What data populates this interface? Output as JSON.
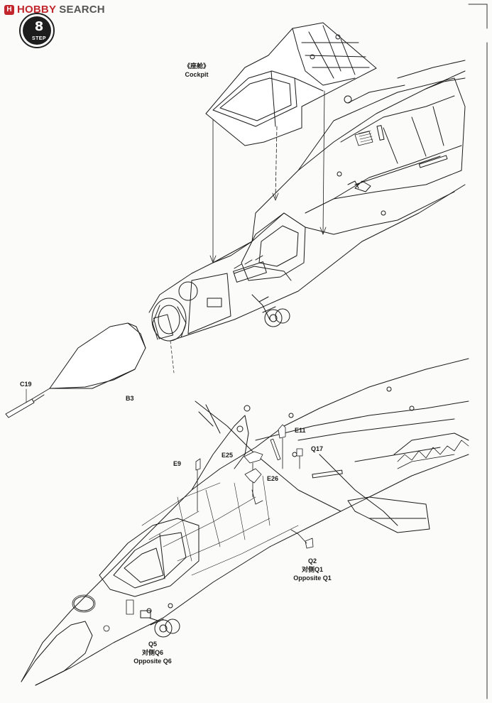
{
  "brand": {
    "logo_letter": "H",
    "name_red": "HOBBY",
    "name_dark": "SEARCH"
  },
  "step": {
    "label": "STEP",
    "number": "8"
  },
  "callouts": {
    "cockpit_cn": "《座舱》",
    "cockpit_en": "Cockpit",
    "c19": "C19",
    "b3": "B3",
    "e11": "E11",
    "e25": "E25",
    "e9": "E9",
    "q17": "Q17",
    "e26": "E26",
    "q2": "Q2",
    "q2_cn": "对侧Q1",
    "q2_en": "Opposite Q1",
    "q5": "Q5",
    "q5_cn": "对侧Q6",
    "q5_en": "Opposite Q6"
  },
  "colors": {
    "ink": "#1a1a1a",
    "paper": "#fbfbfa",
    "brand_red": "#c1272d"
  }
}
